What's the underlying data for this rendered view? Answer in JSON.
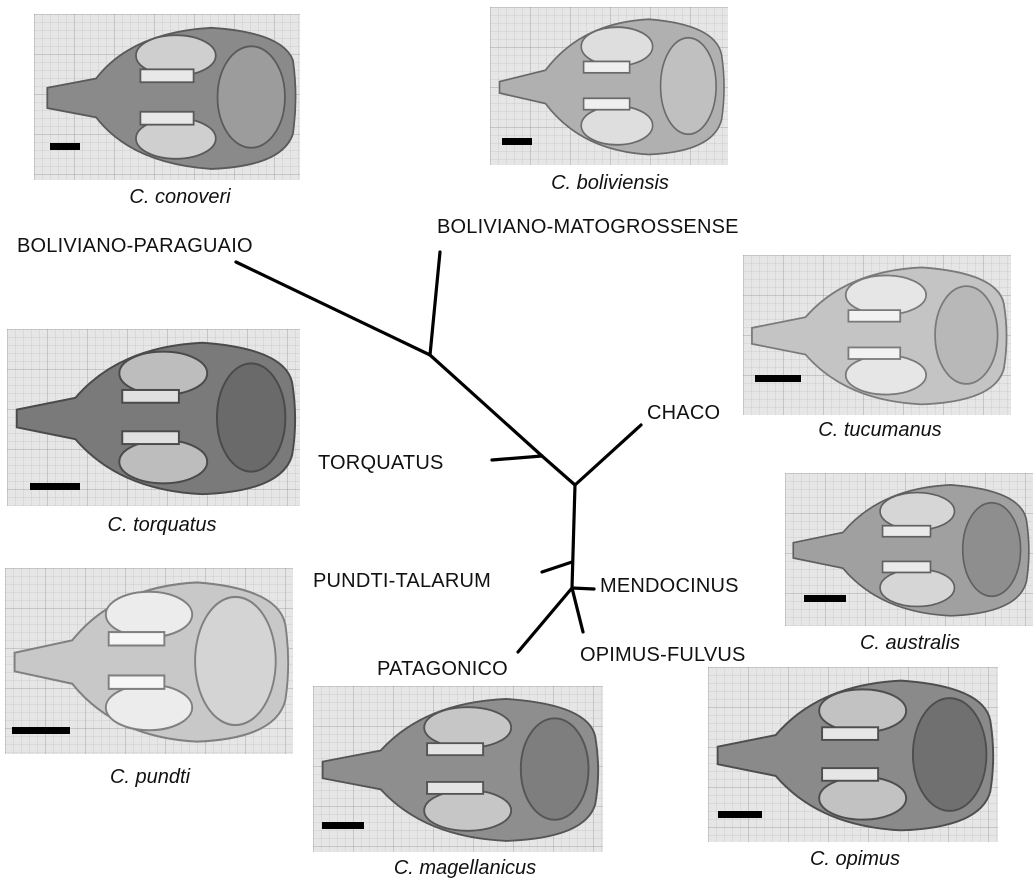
{
  "species": [
    {
      "name": "C. conoveri"
    },
    {
      "name": "C. boliviensis"
    },
    {
      "name": "C. tucumanus"
    },
    {
      "name": "C. torquatus"
    },
    {
      "name": "C. australis"
    },
    {
      "name": "C. pundti"
    },
    {
      "name": "C. magellanicus"
    },
    {
      "name": "C. opimus"
    }
  ],
  "clades": {
    "boliviano_paraguaio": "BOLIVIANO-PARAGUAIO",
    "boliviano_matogrossense": "BOLIVIANO-MATOGROSSENSE",
    "chaco": "CHACO",
    "torquatus": "TORQUATUS",
    "pundti_talarum": "PUNDTI-TALARUM",
    "mendocinus": "MENDOCINUS",
    "opimus_fulvus": "OPIMUS-FULVUS",
    "patagonico": "PATAGONICO"
  },
  "colors": {
    "branch": "#000000",
    "photo_bg": "#e6e6e6",
    "bone": "#9a9a9a"
  }
}
